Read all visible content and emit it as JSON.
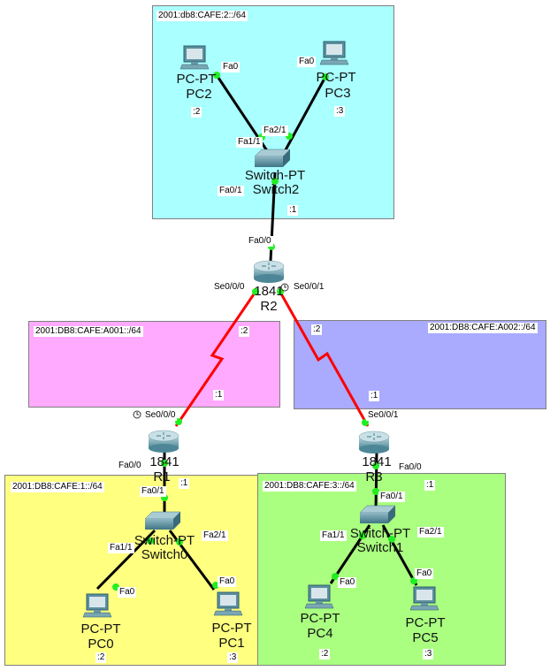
{
  "regions": [
    {
      "prefix": "2001:db8:CAFE:2::/64",
      "color": "#aaffff"
    },
    {
      "prefix": "2001:DB8:CAFE:A001::/64",
      "color": "#ffaaff"
    },
    {
      "prefix": "2001:DB8:CAFE:A002::/64",
      "color": "#aaaaff"
    },
    {
      "prefix": "2001:DB8:CAFE:1::/64",
      "color": "#ffff80"
    },
    {
      "prefix": "2001:DB8:CAFE:3::/64",
      "color": "#aaff80"
    }
  ],
  "devices": {
    "pc2": {
      "model": "PC-PT",
      "name": "PC2",
      "addr": ":2"
    },
    "pc3": {
      "model": "PC-PT",
      "name": "PC3",
      "addr": ":3"
    },
    "switch2": {
      "model": "Switch-PT",
      "name": "Switch2",
      "addr": ":1"
    },
    "r2": {
      "model": "1841",
      "name": "R2"
    },
    "r1": {
      "model": "1841",
      "name": "R1"
    },
    "r3": {
      "model": "1841",
      "name": "R3"
    },
    "switch0": {
      "model": "Switch-PT",
      "name": "Switch0"
    },
    "switch1": {
      "model": "Switch-PT",
      "name": "Switch1"
    },
    "pc0": {
      "model": "PC-PT",
      "name": "PC0",
      "addr": ":2"
    },
    "pc1": {
      "model": "PC-PT",
      "name": "PC1",
      "addr": ":3"
    },
    "pc4": {
      "model": "PC-PT",
      "name": "PC4",
      "addr": ":2"
    },
    "pc5": {
      "model": "PC-PT",
      "name": "PC5",
      "addr": ":3"
    }
  },
  "addresses": {
    "a001_r2": ":2",
    "a001_r1": ":1",
    "a002_r2": ":2",
    "a002_r3": ":1",
    "lan1_r1": ":1",
    "lan3_r3": ":1"
  },
  "ports": {
    "pc2_fa0": "Fa0",
    "pc3_fa0": "Fa0",
    "sw2_fa11": "Fa1/1",
    "sw2_fa21": "Fa2/1",
    "sw2_fa01": "Fa0/1",
    "r2_fa00": "Fa0/0",
    "r2_se000": "Se0/0/0",
    "r2_se001": "Se0/0/1",
    "r1_se000": "Se0/0/0",
    "r1_fa00": "Fa0/0",
    "r3_se001": "Se0/0/1",
    "r3_fa00": "Fa0/0",
    "sw0_fa01": "Fa0/1",
    "sw0_fa11": "Fa1/1",
    "sw0_fa21": "Fa2/1",
    "sw1_fa01": "Fa0/1",
    "sw1_fa11": "Fa1/1",
    "sw1_fa21": "Fa2/1",
    "pc0_fa0": "Fa0",
    "pc1_fa0": "Fa0",
    "pc4_fa0": "Fa0",
    "pc5_fa0": "Fa0"
  },
  "colors": {
    "ethernet_link": "#000000",
    "serial_link": "#ff0000",
    "port_up": "#22ee22"
  }
}
